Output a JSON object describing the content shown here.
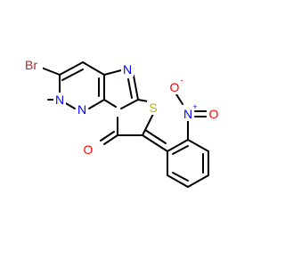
{
  "atoms": {
    "br": "Br",
    "n_pyr1": "N",
    "n_pyr2": "N",
    "n_imid": "N",
    "s": "S",
    "o_carbonyl": "O",
    "n_nitro": "N",
    "n_nitro_charge": "+",
    "o_nitro_top": "O",
    "o_nitro_charge": "-",
    "o_nitro_right": "O"
  },
  "colors": {
    "bond": "#000000",
    "bromine": "#a52a2a",
    "nitrogen": "#0000ff",
    "sulfur": "#b8b800",
    "oxygen": "#ff0000"
  }
}
